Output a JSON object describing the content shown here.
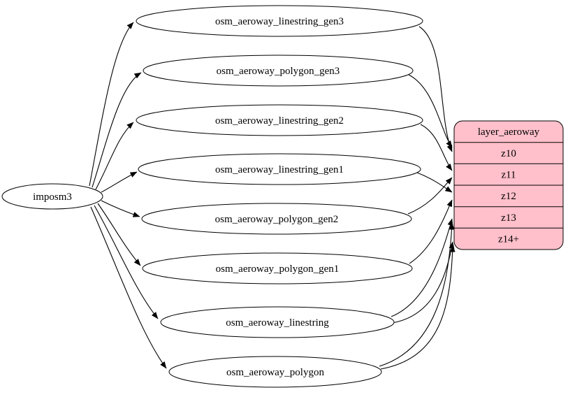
{
  "diagram": {
    "type": "graph",
    "root": {
      "label": "imposm3"
    },
    "sources": [
      {
        "label": "osm_aeroway_linestring_gen3"
      },
      {
        "label": "osm_aeroway_polygon_gen3"
      },
      {
        "label": "osm_aeroway_linestring_gen2"
      },
      {
        "label": "osm_aeroway_linestring_gen1"
      },
      {
        "label": "osm_aeroway_polygon_gen2"
      },
      {
        "label": "osm_aeroway_polygon_gen1"
      },
      {
        "label": "osm_aeroway_linestring"
      },
      {
        "label": "osm_aeroway_polygon"
      }
    ],
    "layer": {
      "title": "layer_aeroway",
      "rows": [
        {
          "label": "z10"
        },
        {
          "label": "z11"
        },
        {
          "label": "z12"
        },
        {
          "label": "z13"
        },
        {
          "label": "z14+"
        }
      ]
    },
    "edges": [
      {
        "from": "imposm3",
        "to": "osm_aeroway_linestring_gen3"
      },
      {
        "from": "imposm3",
        "to": "osm_aeroway_polygon_gen3"
      },
      {
        "from": "imposm3",
        "to": "osm_aeroway_linestring_gen2"
      },
      {
        "from": "imposm3",
        "to": "osm_aeroway_linestring_gen1"
      },
      {
        "from": "imposm3",
        "to": "osm_aeroway_polygon_gen2"
      },
      {
        "from": "imposm3",
        "to": "osm_aeroway_polygon_gen1"
      },
      {
        "from": "imposm3",
        "to": "osm_aeroway_linestring"
      },
      {
        "from": "imposm3",
        "to": "osm_aeroway_polygon"
      },
      {
        "from": "osm_aeroway_linestring_gen3",
        "to": "layer_aeroway:z10"
      },
      {
        "from": "osm_aeroway_polygon_gen3",
        "to": "layer_aeroway:z10"
      },
      {
        "from": "osm_aeroway_linestring_gen2",
        "to": "layer_aeroway:z11"
      },
      {
        "from": "osm_aeroway_polygon_gen2",
        "to": "layer_aeroway:z11"
      },
      {
        "from": "osm_aeroway_linestring_gen1",
        "to": "layer_aeroway:z12"
      },
      {
        "from": "osm_aeroway_polygon_gen1",
        "to": "layer_aeroway:z12"
      },
      {
        "from": "osm_aeroway_linestring",
        "to": "layer_aeroway:z13"
      },
      {
        "from": "osm_aeroway_linestring",
        "to": "layer_aeroway:z14+"
      },
      {
        "from": "osm_aeroway_polygon",
        "to": "layer_aeroway:z13"
      },
      {
        "from": "osm_aeroway_polygon",
        "to": "layer_aeroway:z14+"
      }
    ],
    "colors": {
      "node_fill": "#ffffff",
      "layer_fill": "#ffc0cb",
      "stroke": "#000000"
    }
  }
}
